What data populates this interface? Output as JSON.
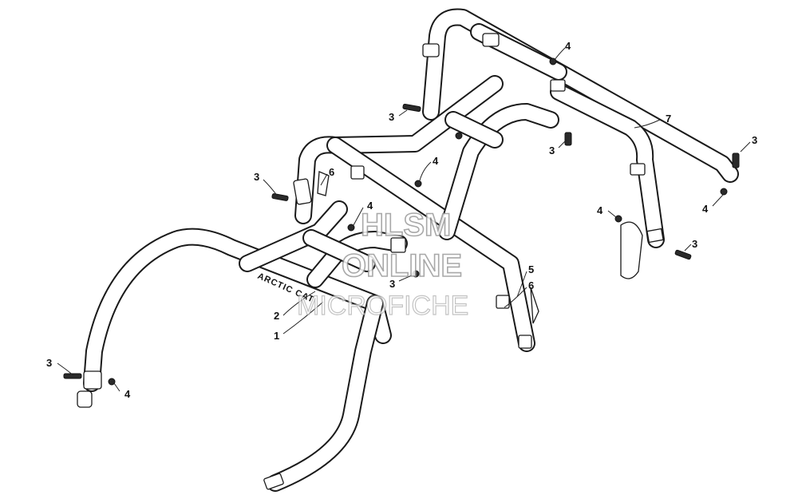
{
  "diagram": {
    "callouts": [
      {
        "id": "c1",
        "label": "1"
      },
      {
        "id": "c2",
        "label": "2"
      },
      {
        "id": "c3a",
        "label": "3"
      },
      {
        "id": "c3b",
        "label": "3"
      },
      {
        "id": "c3c",
        "label": "3"
      },
      {
        "id": "c3d",
        "label": "3"
      },
      {
        "id": "c3e",
        "label": "3"
      },
      {
        "id": "c3f",
        "label": "3"
      },
      {
        "id": "c3g",
        "label": "3"
      },
      {
        "id": "c4a",
        "label": "4"
      },
      {
        "id": "c4b",
        "label": "4"
      },
      {
        "id": "c4c",
        "label": "4"
      },
      {
        "id": "c4d",
        "label": "4"
      },
      {
        "id": "c4e",
        "label": "4"
      },
      {
        "id": "c4f",
        "label": "4"
      },
      {
        "id": "c5",
        "label": "5"
      },
      {
        "id": "c6a",
        "label": "6"
      },
      {
        "id": "c6b",
        "label": "6"
      },
      {
        "id": "c7",
        "label": "7"
      }
    ],
    "decal_text": "ARCTIC CAT",
    "watermark": {
      "line1": "HLSM",
      "line2": "ONLINE",
      "line3": "MICROFICHE"
    }
  }
}
